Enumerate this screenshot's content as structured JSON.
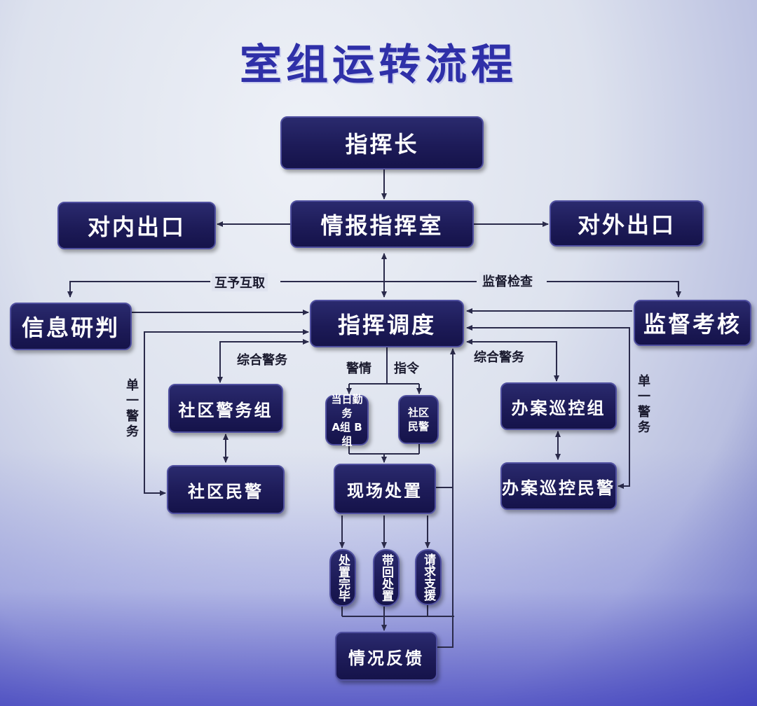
{
  "title": "室组运转流程",
  "nodes": {
    "commander": "指挥长",
    "intel_room": "情报指挥室",
    "internal_exit": "对内出口",
    "external_exit": "对外出口",
    "info_analysis": "信息研判",
    "dispatch": "指挥调度",
    "supervision": "监督考核",
    "community_team": "社区警务组",
    "community_police": "社区民警",
    "duty_ab": "当日勤务\nA组 B组",
    "duty_ab_line1": "当日勤务",
    "duty_ab_line2": "A组 B组",
    "comm_police_small": "社区民警",
    "onsite": "现场处置",
    "case_team": "办案巡控组",
    "case_police": "办案巡控民警",
    "done": "处置完毕",
    "bring_back": "带回处置",
    "support": "请求支援",
    "feedback": "情况反馈"
  },
  "labels": {
    "mutual": "互予互取",
    "inspect": "监督检查",
    "comprehensive_left": "综合警务",
    "comprehensive_right": "综合警务",
    "alarm": "警情",
    "order": "指令",
    "single_left": "单一警务",
    "single_right": "单一警务"
  },
  "colors": {
    "box": "#1d1b58",
    "title": "#2f30a8",
    "line": "#2a2a4a"
  }
}
